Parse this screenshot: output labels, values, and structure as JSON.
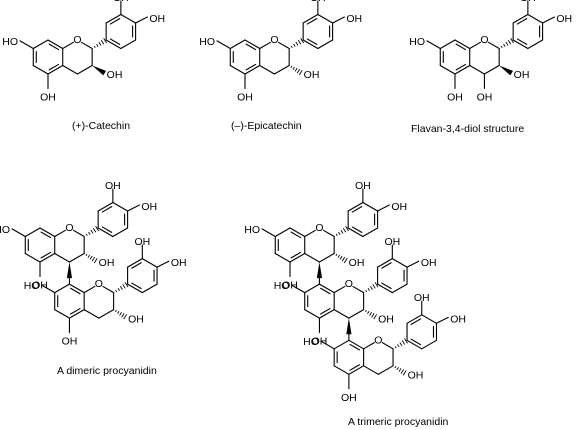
{
  "figure": {
    "structures": [
      {
        "id": "catechin",
        "caption": "(+)-Catechin",
        "labels": [
          "HO",
          "OH",
          "OH",
          "OH",
          "O"
        ]
      },
      {
        "id": "epicatechin",
        "caption": "(–)-Epicatechin",
        "labels": [
          "HO",
          "OH",
          "OH",
          "OH",
          "O"
        ]
      },
      {
        "id": "flavandiol",
        "caption": "Flavan-3,4-diol structure",
        "labels": [
          "HO",
          "OH",
          "OH",
          "OH",
          "OH",
          "OH",
          "O"
        ]
      },
      {
        "id": "dimer",
        "caption": "A dimeric procyanidin",
        "labels": [
          "HO",
          "OH",
          "OH",
          "OH",
          "OH",
          "OH",
          "OH",
          "OH",
          "HO",
          "OH",
          "OH",
          "O",
          "O"
        ]
      },
      {
        "id": "trimer",
        "caption": "A trimeric procyanidin",
        "labels": [
          "HO",
          "OH",
          "OH",
          "OH",
          "OH",
          "OH",
          "HO",
          "OH",
          "OH",
          "OH",
          "OH",
          "HO",
          "OH",
          "OH",
          "OH",
          "OH",
          "O",
          "O",
          "O"
        ]
      }
    ]
  }
}
